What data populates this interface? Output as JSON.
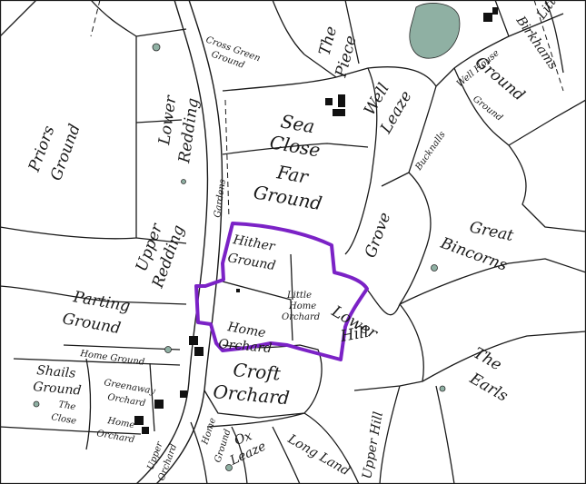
{
  "map": {
    "highlight_color": "#7b22c6",
    "water_color": "#8fb0a3",
    "fields": {
      "priors_ground_1": "Priors",
      "priors_ground_2": "Ground",
      "cross_green_1": "Cross Green",
      "cross_green_2": "Ground",
      "lower_redding_1": "Lower",
      "lower_redding_2": "Redding",
      "the_piece_1": "The",
      "the_piece_2": "Piece",
      "well_leaze_1": "Well",
      "well_leaze_2": "Leaze",
      "little_birkhams_1": "Little",
      "little_birkhams_2": "Birkhams",
      "ground": "Ground",
      "well_house_1": "Well House",
      "well_house_2": "Ground",
      "bucknalls": "Bucknalls",
      "sea_close_1": "Sea",
      "sea_close_2": "Close",
      "far_ground_1": "Far",
      "far_ground_2": "Ground",
      "gardens": "Gardens",
      "upper_redding_1": "Upper",
      "upper_redding_2": "Redding",
      "grove": "Grove",
      "great_bincorns_1": "Great",
      "great_bincorns_2": "Bincorns",
      "hither_ground_1": "Hither",
      "hither_ground_2": "Ground",
      "parting_ground_1": "Parting",
      "parting_ground_2": "Ground",
      "little_home_orchard_1": "Little",
      "little_home_orchard_2": "Home",
      "little_home_orchard_3": "Orchard",
      "lower_hill_1": "Lower",
      "lower_hill_2": "Hill",
      "home_orchard_1": "Home",
      "home_orchard_2": "Orchard",
      "home_ground_row": "Home Ground",
      "the_earls_1": "The",
      "the_earls_2": "Earls",
      "shails_ground_1": "Shails",
      "shails_ground_2": "Ground",
      "greenaway_orchard_1": "Greenaway",
      "greenaway_orchard_2": "Orchard",
      "croft_orchard_1": "Croft",
      "croft_orchard_2": "Orchard",
      "the_close_1": "The",
      "the_close_2": "Close",
      "home_orchard_small_1": "Home",
      "home_orchard_small_2": "Orchard",
      "upper_hill": "Upper Hill",
      "upper_orchard_1": "Upper",
      "upper_orchard_2": "Orchard",
      "home_ground_v_1": "Home",
      "home_ground_v_2": "Ground",
      "ox_leaze_1": "Ox",
      "ox_leaze_2": "Leaze",
      "long_land": "Long Land"
    }
  }
}
